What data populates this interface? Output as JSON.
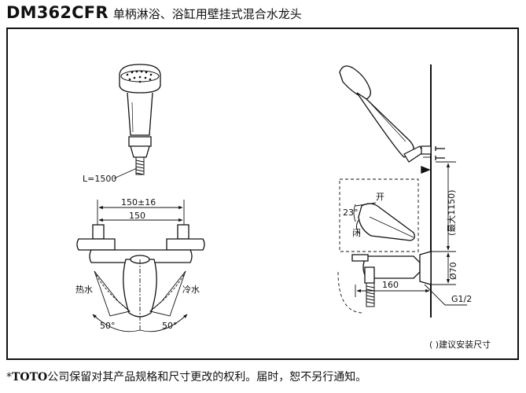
{
  "header": {
    "model": "DM362CFR",
    "title": "单柄淋浴、浴缸用壁挂式混合水龙头"
  },
  "front_view": {
    "hose_label": "L=1500",
    "spacing_tolerance": "150±16",
    "spacing": "150",
    "hot_label": "热水",
    "cold_label": "冷水",
    "angle_left": "50°",
    "angle_right": "50°"
  },
  "side_view": {
    "open_label": "开",
    "close_label": "闭",
    "lever_angle": "23°",
    "max_height": "(最大1150)",
    "dim_70": "Ø70",
    "dim_160": "160",
    "thread": "G1/2",
    "recommend_note": "(   )建议安装尺寸"
  },
  "footer": {
    "prefix": "*",
    "brand": "TOTO",
    "text": "公司保留对其产品规格和尺寸更改的权利。届时，恕不另行通知。"
  }
}
